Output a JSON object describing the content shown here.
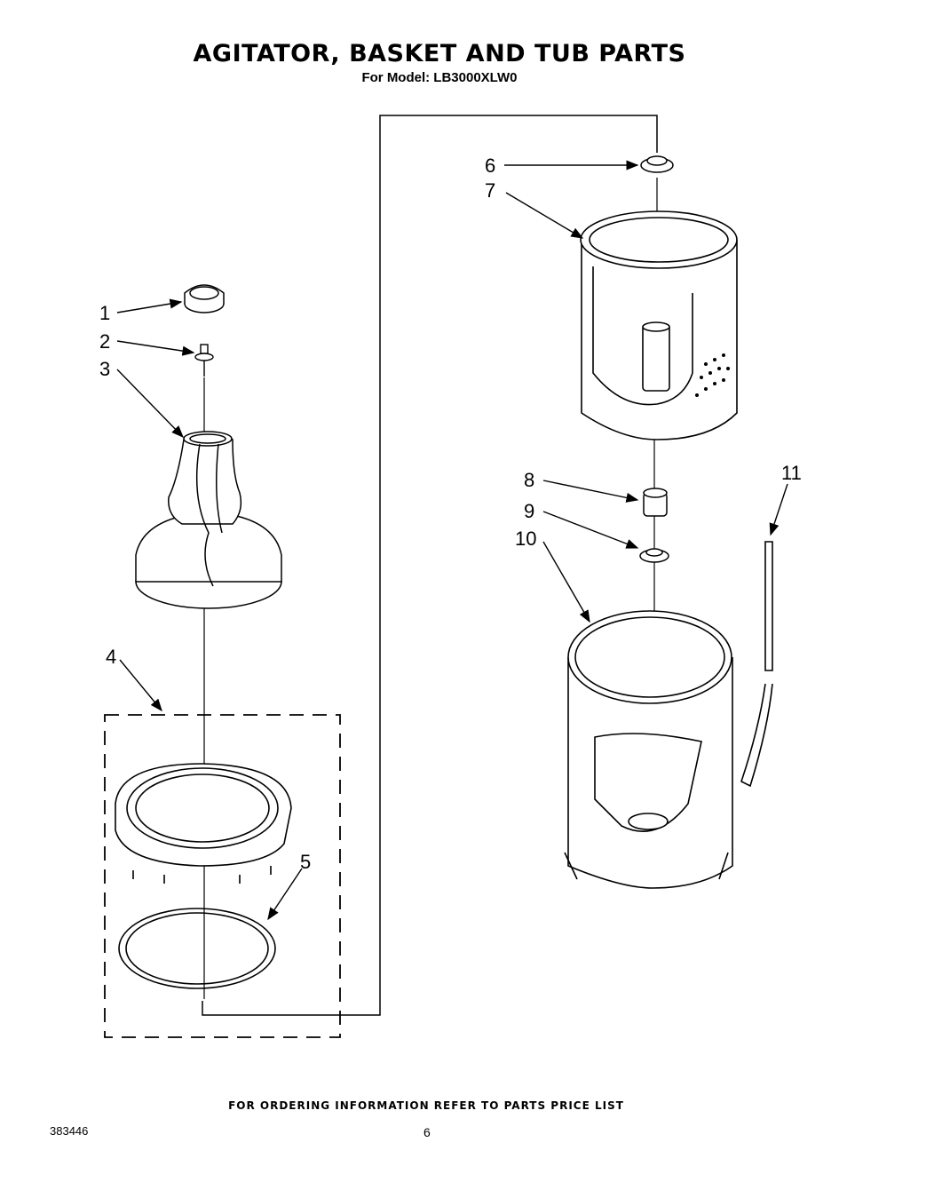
{
  "header": {
    "title": "AGITATOR, BASKET AND TUB PARTS",
    "subtitle": "For Model: LB3000XLW0"
  },
  "callouts": {
    "c1": "1",
    "c2": "2",
    "c3": "3",
    "c4": "4",
    "c5": "5",
    "c6": "6",
    "c7": "7",
    "c8": "8",
    "c9": "9",
    "c10": "10",
    "c11": "11"
  },
  "footer": {
    "note": "FOR ORDERING INFORMATION REFER TO PARTS PRICE LIST",
    "doc_number": "383446",
    "page_number": "6"
  }
}
